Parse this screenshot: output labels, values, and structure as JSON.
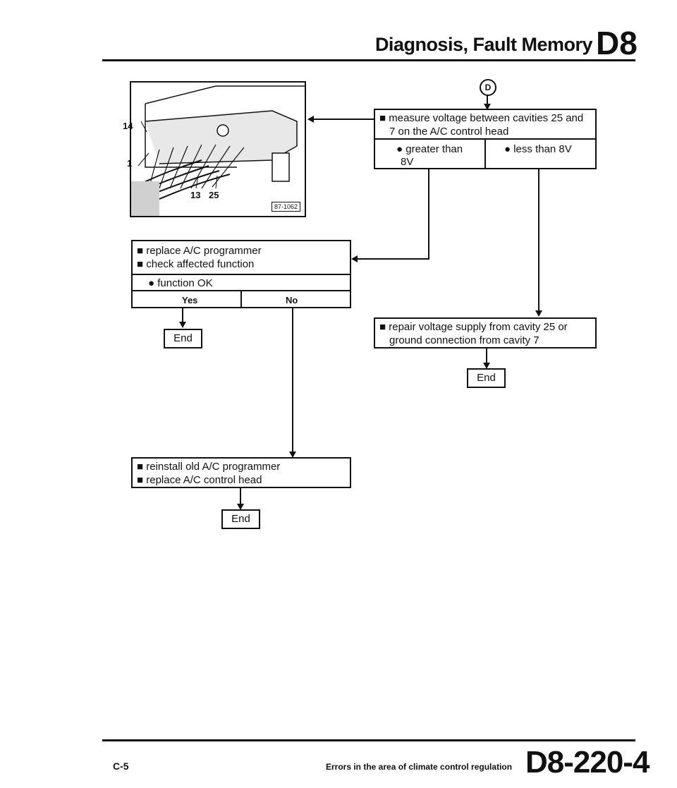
{
  "header": {
    "title": "Diagnosis, Fault Memory",
    "code": "D8"
  },
  "figure": {
    "callouts": [
      "14",
      "1",
      "13",
      "25"
    ],
    "figure_id": "87-1062"
  },
  "step_marker": "D",
  "box_measure": {
    "line1": "■ measure voltage between cavities 25 and",
    "line2": "7 on the A/C control head"
  },
  "branch_greater": {
    "line1": "● greater than",
    "line2": "8V"
  },
  "branch_less": "● less than 8V",
  "box_replace": {
    "line1": "■ replace A/C programmer",
    "line2": "■ check affected function",
    "check": "● function OK",
    "yes": "Yes",
    "no": "No"
  },
  "box_repair": {
    "line1": "■ repair voltage supply from cavity 25 or",
    "line2": "ground connection from cavity 7"
  },
  "box_reinstall": {
    "line1": "■ reinstall old A/C programmer",
    "line2": "■ replace A/C control head"
  },
  "end_labels": {
    "yes_end": "End",
    "repair_end": "End",
    "reinstall_end": "End"
  },
  "footer": {
    "left": "C-5",
    "middle": "Errors in the area of climate control regulation",
    "code": "D8-220-4"
  }
}
